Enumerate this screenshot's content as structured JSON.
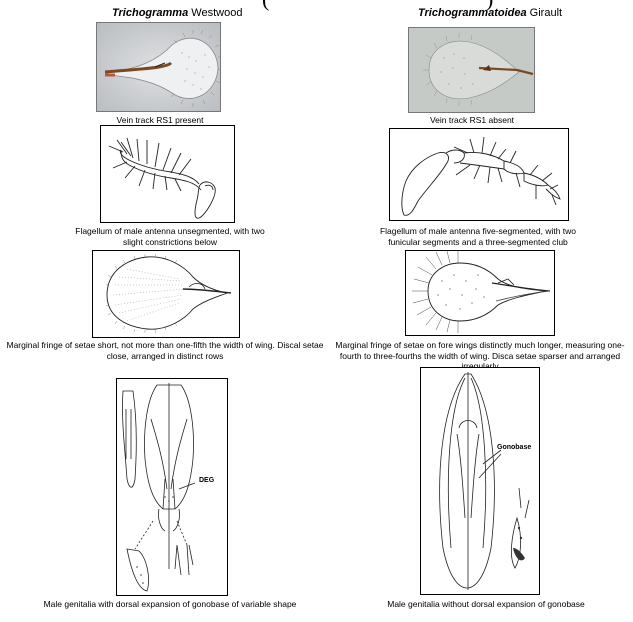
{
  "header_fragments": {
    "left": "(",
    "right": ")"
  },
  "columns": {
    "left": {
      "genus": "Trichogramma",
      "author": "Westwood",
      "captions": [
        "Vein track RS1 present",
        "Flagellum of male antenna unsegmented, with two slight constrictions below",
        "Marginal fringe of setae short, not more than one-fifth the width of wing. Discal setae close, arranged in distinct rows",
        "Male genitalia with dorsal expansion of gonobase of variable shape"
      ],
      "figure_label": "DEG"
    },
    "right": {
      "genus": "Trichogrammatoidea",
      "author": "Girault",
      "captions": [
        "Vein track RS1 absent",
        "Flagellum of male antenna five-segmented, with two funicular segments and a three-segmented club",
        "Marginal fringe of setae on fore wings distinctly much longer, measuring one-fourth to three-fourths the width of wing. Disca setae sparser and arranged irregularly",
        "Male genitalia without dorsal expansion of gonobase"
      ],
      "figure_label": "Gonobase"
    }
  },
  "colors": {
    "photo_bg_left": "#c9ccd0",
    "photo_bg_right": "#c2c6c2",
    "vein_brown": "#7a4a22",
    "line": "#222222"
  }
}
